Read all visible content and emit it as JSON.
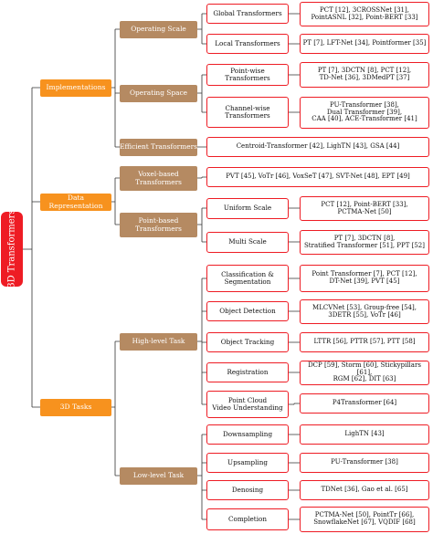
{
  "colors": {
    "root": "#ee1c24",
    "level1": "#f7921e",
    "level2": "#b58a62",
    "border": "#ee1c24",
    "line": "#333333"
  },
  "root": "3D Transformers",
  "level1": [
    {
      "id": "impl",
      "label": "Implementations"
    },
    {
      "id": "data",
      "label": "Data Representation"
    },
    {
      "id": "tasks",
      "label": "3D Tasks"
    }
  ],
  "level2": [
    {
      "id": "opscale",
      "label": "Operating Scale"
    },
    {
      "id": "opspace",
      "label": "Operating Space"
    },
    {
      "id": "efficient",
      "label": "Efficient Transformers"
    },
    {
      "id": "voxel",
      "label": "Voxel-based\nTransformers"
    },
    {
      "id": "point",
      "label": "Point-based\nTransformers"
    },
    {
      "id": "high",
      "label": "High-level Task"
    },
    {
      "id": "low",
      "label": "Low-level Task"
    }
  ],
  "categories": [
    {
      "id": "global",
      "label": "Global Transformers"
    },
    {
      "id": "local",
      "label": "Local Transformers"
    },
    {
      "id": "pointwise",
      "label": "Point-wise Transformers"
    },
    {
      "id": "channelwise",
      "label": "Channel-wise\nTransformers"
    },
    {
      "id": "uniform",
      "label": "Uniform Scale"
    },
    {
      "id": "multi",
      "label": "Multi Scale"
    },
    {
      "id": "clsseg",
      "label": "Classification &\nSegmentation"
    },
    {
      "id": "objdet",
      "label": "Object Detection"
    },
    {
      "id": "objtrack",
      "label": "Object Tracking"
    },
    {
      "id": "registration",
      "label": "Registration"
    },
    {
      "id": "video",
      "label": "Point Cloud\nVideo Understanding"
    },
    {
      "id": "down",
      "label": "Downsampling"
    },
    {
      "id": "up",
      "label": "Upsampling"
    },
    {
      "id": "denoise",
      "label": "Denosing"
    },
    {
      "id": "completion",
      "label": "Completion"
    }
  ],
  "leaves": [
    {
      "id": "global",
      "text": "PCT [12], 3CROSSNet [31],\nPointASNL [32], Point-BERT [33]"
    },
    {
      "id": "local",
      "text": "PT [7], LFT-Net [34], Pointformer [35]"
    },
    {
      "id": "pointwise",
      "text": "PT [7], 3DCTN [8], PCT [12],\nTD-Net [36], 3DMedPT [37]"
    },
    {
      "id": "channelwise",
      "text": "PU-Transformer [38],\nDual Transformer [39],\nCAA [40], ACE-Transformer [41]"
    },
    {
      "id": "efficient",
      "text": "Centroid-Transformer [42], LighTN [43], GSA [44]"
    },
    {
      "id": "voxel",
      "text": "PVT [45], VoTr [46], VoxSeT [47], SVT-Net [48], EPT [49]"
    },
    {
      "id": "uniform",
      "text": "PCT [12], Point-BERT [33],\nPCTMA-Net [50]"
    },
    {
      "id": "multi",
      "text": "PT [7], 3DCTN [8],\nStratified Transformer [51], PPT [52]"
    },
    {
      "id": "clsseg",
      "text": "Point Transformer [7], PCT [12],\nDT-Net [39], PVT [45]"
    },
    {
      "id": "objdet",
      "text": "MLCVNet [53], Group-free [54],\n3DETR [55], VoTr [46]"
    },
    {
      "id": "objtrack",
      "text": "LTTR [56], PTTR [57], PTT [58]"
    },
    {
      "id": "registration",
      "text": "DCP [59], Storm [60], Stickypillars [61],\nRGM [62], DIT [63]"
    },
    {
      "id": "video",
      "text": "P4Transformer [64]"
    },
    {
      "id": "down",
      "text": "LighTN [43]"
    },
    {
      "id": "up",
      "text": "PU-Transformer [38]"
    },
    {
      "id": "denoise",
      "text": "TDNet [36], Gao et al. [65]"
    },
    {
      "id": "completion",
      "text": "PCTMA-Net [50], PointTr [66],\nSnowflakeNet [67], VQDIF [68]"
    }
  ]
}
